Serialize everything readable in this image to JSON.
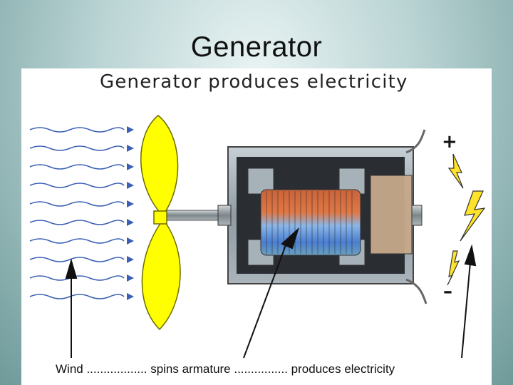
{
  "slide": {
    "title": "Generator"
  },
  "figure": {
    "heading": "Generator produces electricity",
    "caption": {
      "wind": "Wind",
      "dots1": " .................. ",
      "spins": "spins armature",
      "dots2": " ................ ",
      "produces": "produces electricity"
    },
    "terminals": {
      "positive": "+",
      "negative": "–"
    }
  },
  "colors": {
    "blade": "#ffff00",
    "wind_lines": "#3a5fb5",
    "bolt": "#ffe22a",
    "housing": "#9aa8b0"
  }
}
